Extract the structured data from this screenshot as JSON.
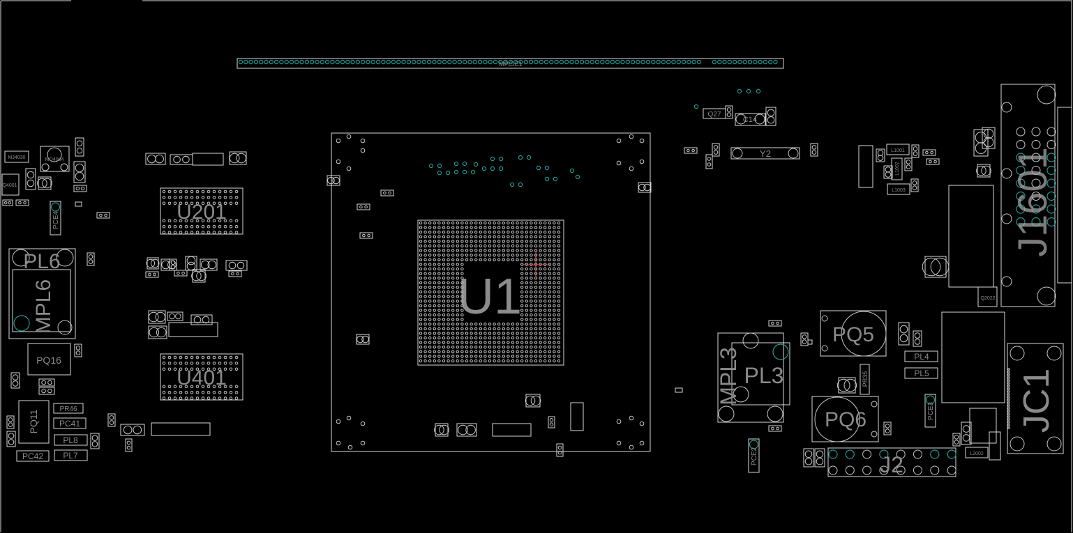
{
  "colors": {
    "background": "#000000",
    "outline": "#d8d8d8",
    "pad": "#c8c8c8",
    "via": "#1f9a94",
    "label": "#8a8a8a",
    "cursor": "#d05050"
  },
  "components": {
    "mpcie1": "MPCIE1",
    "u1": "U1",
    "u201": "U201",
    "u401": "U401",
    "y2": "Y2",
    "c14": "C14",
    "q27": "Q27",
    "mq4004": "MQ4004",
    "mj4030": "MJ4030",
    "q4001": "Q4001",
    "pce4": "PCE4",
    "pl6": "PL6",
    "mpl6": "MPL6",
    "pq16": "PQ16",
    "pq11": "PQ11",
    "pr46": "PR46",
    "pc41": "PC41",
    "pc42": "PC42",
    "pl8": "PL8",
    "pl7": "PL7",
    "mpl3": "MPL3",
    "pl3": "PL3",
    "pq5": "PQ5",
    "pq6": "PQ6",
    "pl4": "PL4",
    "pl5": "PL5",
    "pr35": "PR35",
    "pce3": "PCE3",
    "pce2": "PCE2",
    "j2": "J2",
    "jc1": "JC1",
    "j1601": "J1601",
    "q2022": "Q2022",
    "l1001": "L1001",
    "l1002": "L1002",
    "l1003": "L1003",
    "l2002": "L2002"
  }
}
